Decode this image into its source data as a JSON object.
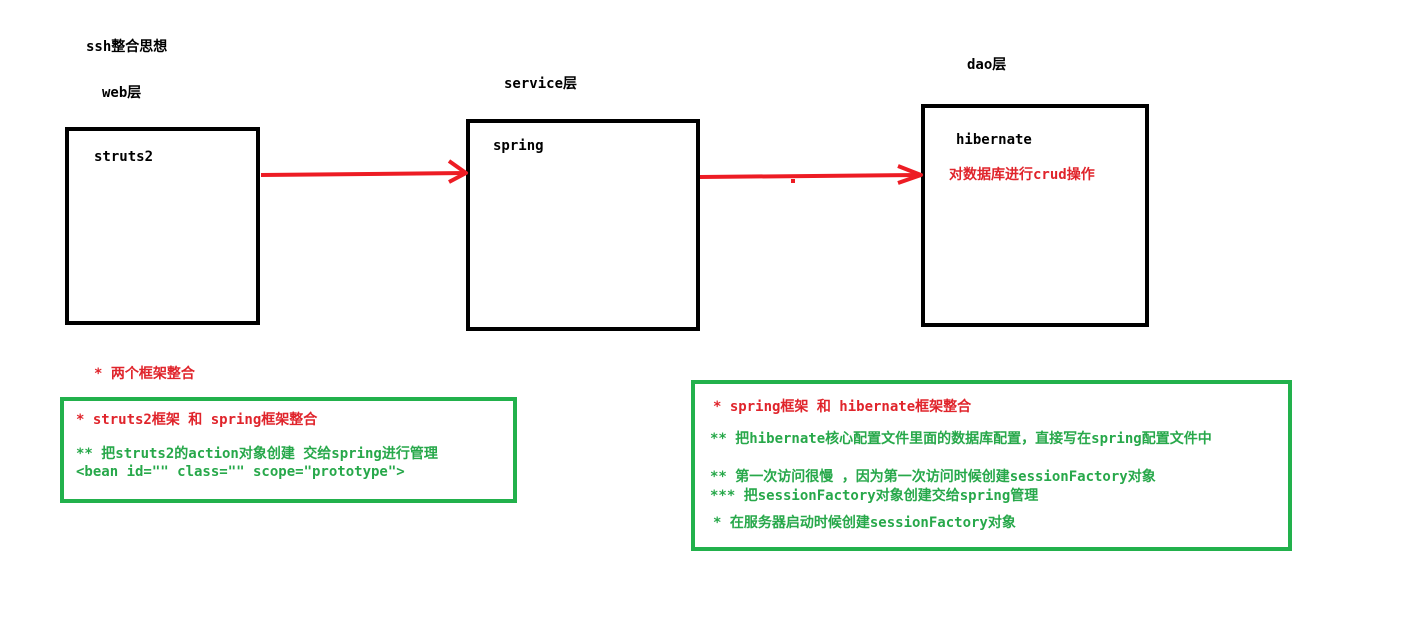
{
  "title": "ssh整合思想",
  "colors": {
    "frame": "#000000",
    "arrow": "#ed1c24",
    "note_border": "#22b14c",
    "red_text": "#e0242b",
    "green_text": "#27a84a"
  },
  "layers": {
    "web": {
      "label": "web层",
      "framework": "struts2"
    },
    "service": {
      "label": "service层",
      "framework": "spring"
    },
    "dao": {
      "label": "dao层",
      "framework": "hibernate",
      "description": "对数据库进行crud操作"
    }
  },
  "notes": {
    "heading": "* 两个框架整合",
    "left": {
      "title": "* struts2框架 和 spring框架整合",
      "line1": "** 把struts2的action对象创建 交给spring进行管理",
      "line2": "<bean id=\"\" class=\"\" scope=\"prototype\">"
    },
    "right": {
      "title": "* spring框架 和 hibernate框架整合",
      "line1": "** 把hibernate核心配置文件里面的数据库配置，直接写在spring配置文件中",
      "line2": "** 第一次访问很慢 ，因为第一次访问时候创建sessionFactory对象",
      "line3": "*** 把sessionFactory对象创建交给spring管理",
      "line4": "* 在服务器启动时候创建sessionFactory对象"
    }
  }
}
